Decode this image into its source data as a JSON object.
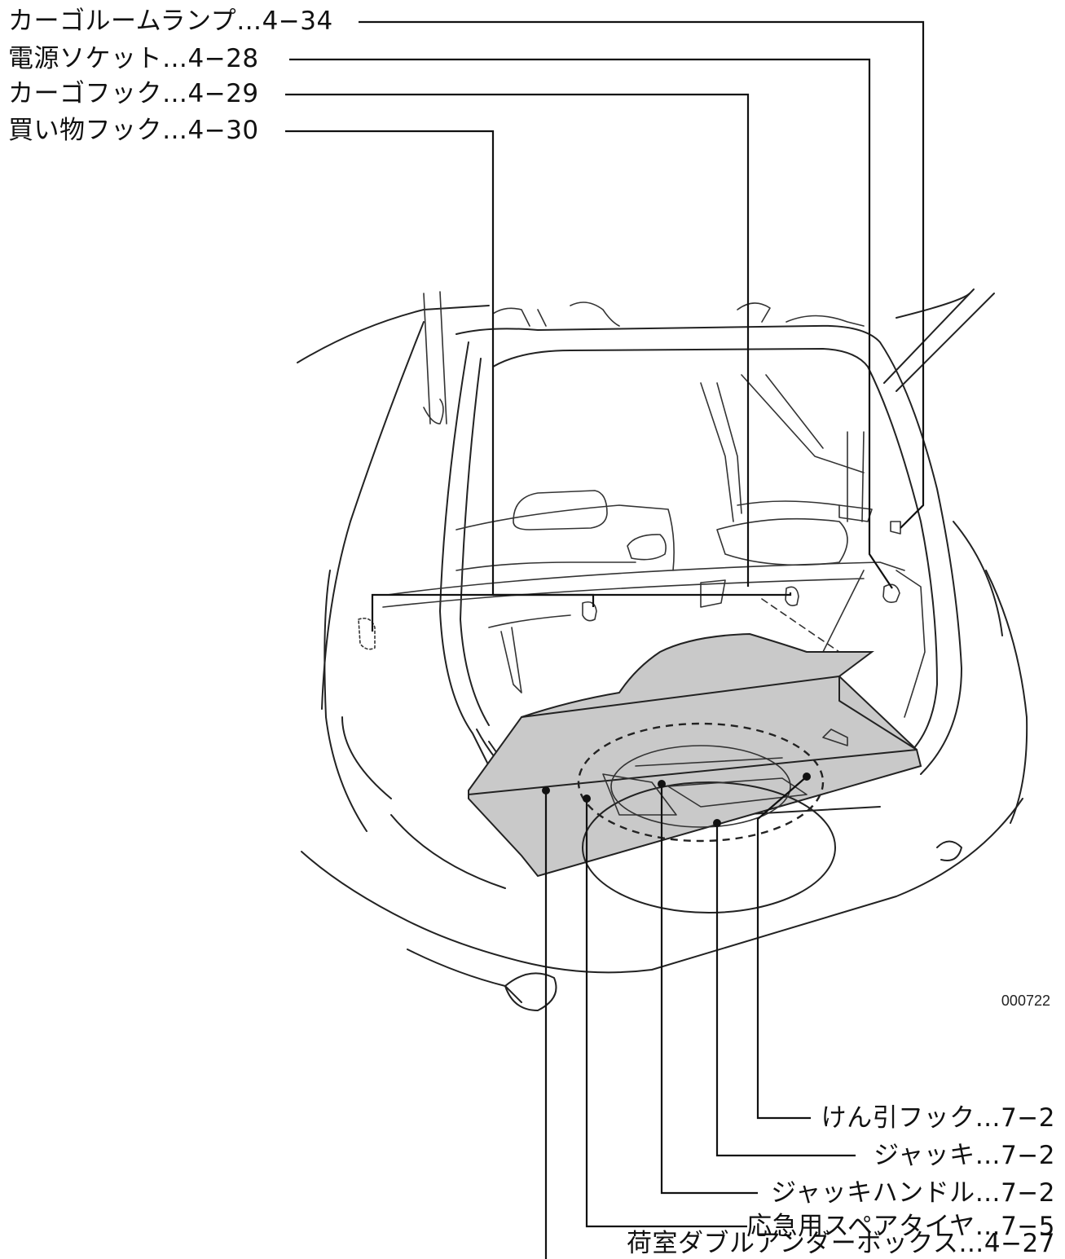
{
  "labels_top": [
    {
      "id": "cargo-room-lamp",
      "text": "カーゴルームランプ…4−34"
    },
    {
      "id": "power-socket",
      "text": "電源ソケット…4−28"
    },
    {
      "id": "cargo-hook",
      "text": "カーゴフック…4−29"
    },
    {
      "id": "shopping-hook",
      "text": "買い物フック…4−30"
    }
  ],
  "labels_bottom": [
    {
      "id": "towing-hook",
      "text": "けん引フック…7−2"
    },
    {
      "id": "jack",
      "text": "ジャッキ…7−2"
    },
    {
      "id": "jack-handle",
      "text": "ジャッキハンドル…7−2"
    },
    {
      "id": "spare-tire",
      "text": "応急用スペアタイヤ…7−5"
    },
    {
      "id": "double-underbox",
      "text": "荷室ダブルアンダーボックス…4−27"
    }
  ],
  "figure_number": "000722"
}
